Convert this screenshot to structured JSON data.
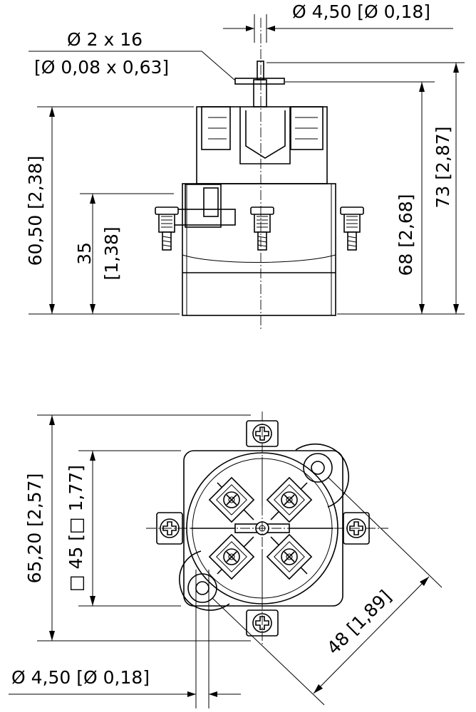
{
  "drawing": {
    "side_view": {
      "pin_diameter_label": "Ø 4,50 [Ø 0,18]",
      "pin_size_label_line1": "Ø 2 x 16",
      "pin_size_label_line2": "[Ø 0,08 x 0,63]",
      "height_body_label": "60,50 [2,38]",
      "height_terminal_label_line1": "35",
      "height_terminal_label_line2": "[1,38]",
      "height_68_label": "68 [2,68]",
      "height_73_label": "73 [2,87]"
    },
    "top_view": {
      "overall_label": "65,20 [2,57]",
      "square_label": "□ 45 [□ 1,77]",
      "diagonal_label": "48 [1,89]",
      "hole_diameter_label": "Ø 4,50 [Ø 0,18]"
    }
  }
}
